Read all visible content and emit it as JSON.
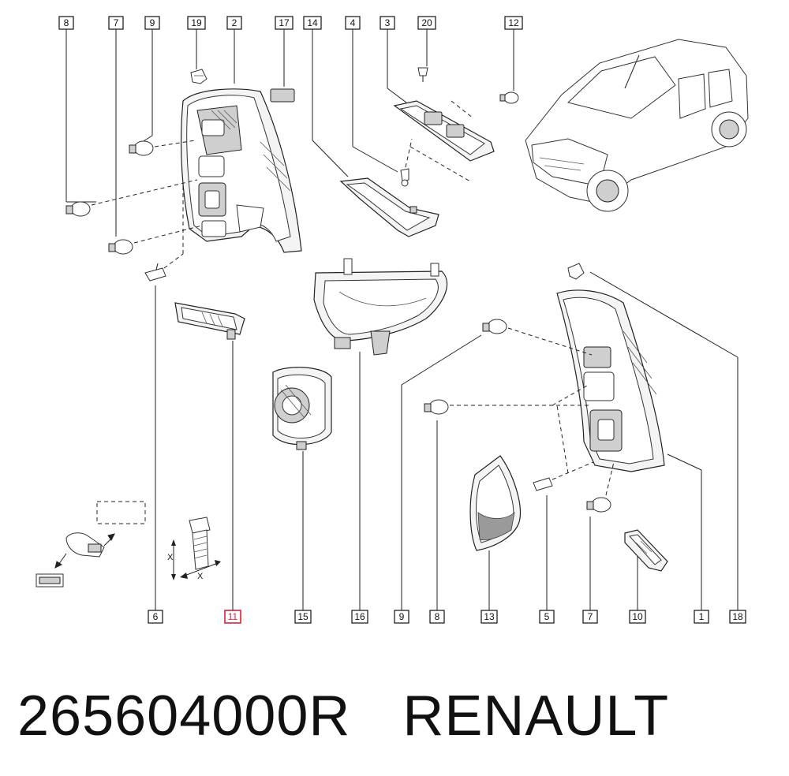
{
  "callouts_top": [
    "8",
    "7",
    "9",
    "19",
    "2",
    "17",
    "14",
    "4",
    "3",
    "20",
    "12"
  ],
  "callouts_bottom": [
    "6",
    "11",
    "15",
    "16",
    "9",
    "8",
    "13",
    "5",
    "7",
    "10",
    "1",
    "18"
  ],
  "highlighted_callout": "11",
  "dimension_labels": [
    "X",
    "X"
  ],
  "footer": {
    "part_number": "265604000R",
    "brand": "RENAULT"
  },
  "colors": {
    "line": "#222222",
    "highlight": "#e0203a",
    "background": "#ffffff"
  }
}
